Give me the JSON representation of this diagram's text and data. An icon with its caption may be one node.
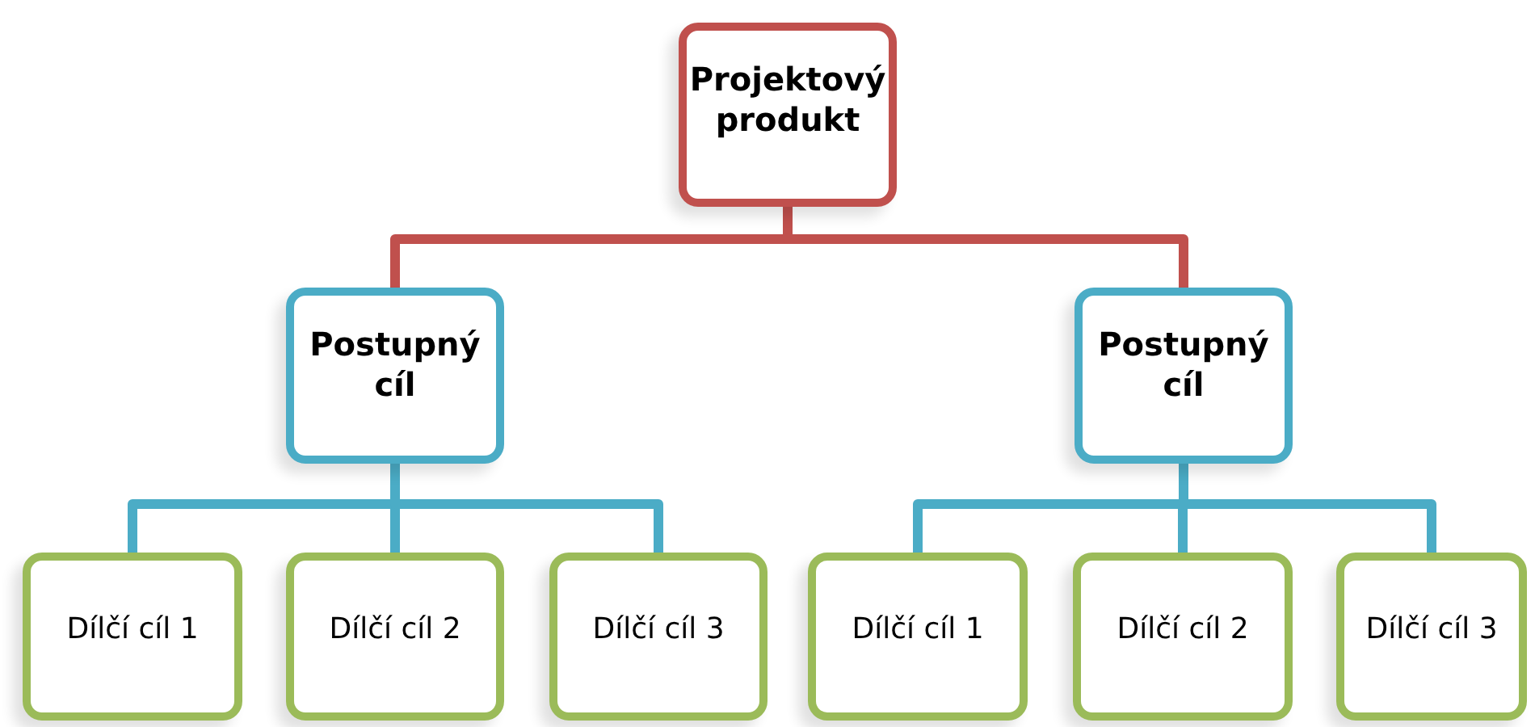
{
  "diagram": {
    "nodes": [
      {
        "text": [
          "Projektový produkt"
        ]
      },
      {
        "text": [
          "Postupný cíl"
        ]
      },
      {
        "text": [
          "Postupný cíl"
        ]
      },
      {
        "text": [
          "Dílčí cíl 1"
        ]
      },
      {
        "text": [
          "Dílčí cíl 2"
        ]
      },
      {
        "text": [
          "Dílčí cíl 3"
        ]
      },
      {
        "text": [
          "Dílčí cíl 1"
        ]
      },
      {
        "text": [
          "Dílčí cíl 2"
        ]
      },
      {
        "text": [
          "Dílčí cíl 3"
        ]
      }
    ],
    "edges": [
      {
        "from": 0,
        "to": 1,
        "arrow": "none",
        "color": "#c0504d"
      },
      {
        "from": 0,
        "to": 2,
        "arrow": "none",
        "color": "#c0504d"
      },
      {
        "from": 1,
        "to": 3,
        "arrow": "none"
      },
      {
        "from": 1,
        "to": 4,
        "arrow": "none"
      },
      {
        "from": 1,
        "to": 5,
        "arrow": "none"
      },
      {
        "from": 2,
        "to": 6,
        "arrow": "none"
      },
      {
        "from": 2,
        "to": 7,
        "arrow": "none"
      },
      {
        "from": 2,
        "to": 8,
        "arrow": "none"
      }
    ]
  }
}
